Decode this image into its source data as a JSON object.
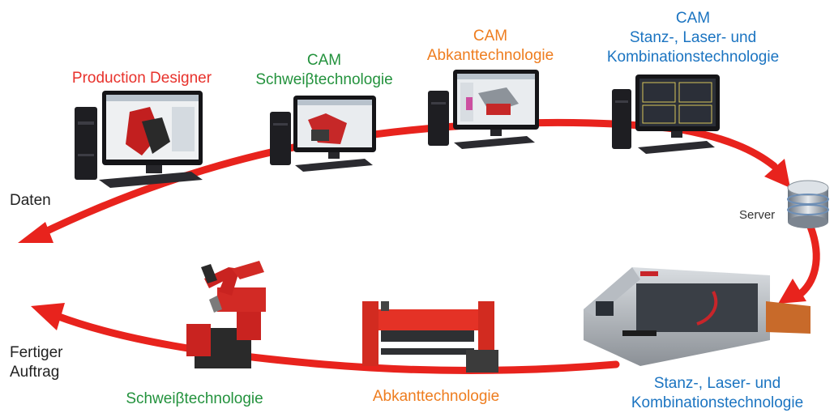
{
  "colors": {
    "arrow": "#e8231d",
    "red": "#e8322c",
    "green": "#23923d",
    "orange": "#ee7d1f",
    "blue": "#1b74c1"
  },
  "workstations": [
    {
      "lines": [
        "Production Designer"
      ],
      "color": "red"
    },
    {
      "lines": [
        "CAM",
        "Schweiβtechnologie"
      ],
      "color": "green"
    },
    {
      "lines": [
        "CAM",
        "Abkanttechnologie"
      ],
      "color": "orange"
    },
    {
      "lines": [
        "CAM",
        "Stanz-, Laser- und",
        "Kombinationstechnologie"
      ],
      "color": "blue"
    }
  ],
  "machines": [
    {
      "lines": [
        "Stanz-, Laser- und",
        "Kombinationstechnologie"
      ],
      "color": "blue"
    },
    {
      "lines": [
        "Abkanttechnologie"
      ],
      "color": "orange"
    },
    {
      "lines": [
        "Schweiβtechnologie"
      ],
      "color": "green"
    }
  ],
  "flow": {
    "start": "Daten",
    "server": "Server",
    "end_line1": "Fertiger",
    "end_line2": "Auftrag"
  },
  "icons": [
    "computer-icon",
    "server-icon",
    "laser-machine-icon",
    "press-brake-icon",
    "welding-robot-icon"
  ]
}
